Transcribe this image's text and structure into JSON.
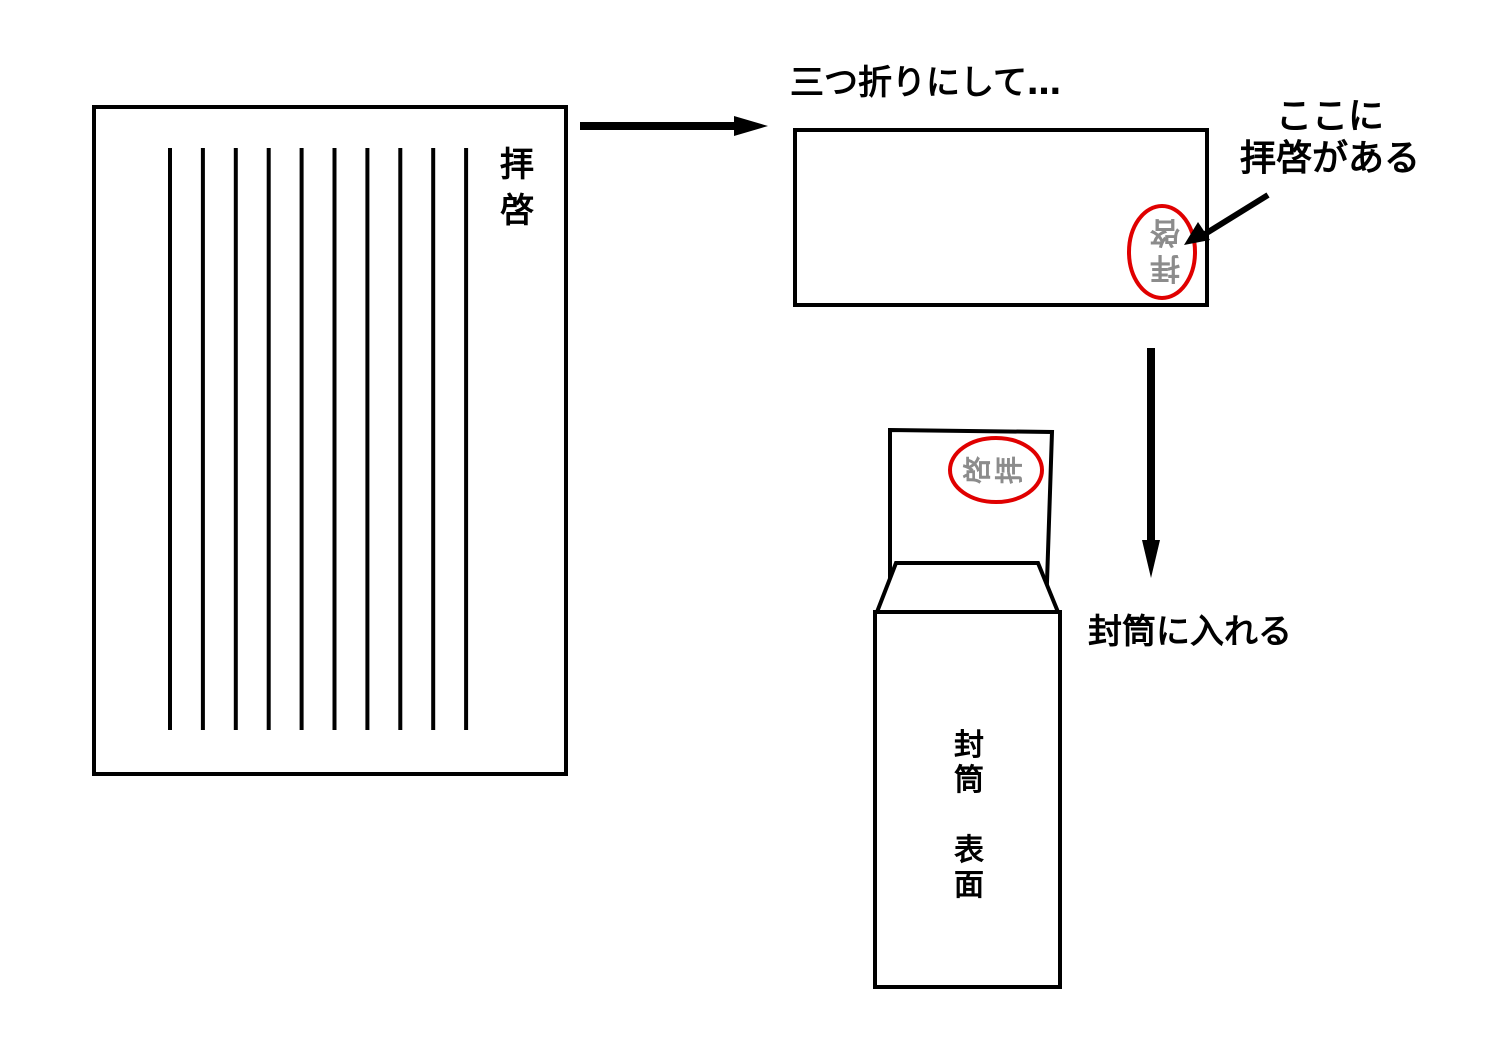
{
  "letter": {
    "salutation_chars": [
      "拝",
      "啓"
    ],
    "line_count": 10
  },
  "step_fold": {
    "caption": "三つ折りにして…",
    "salutation_chars": [
      "拝",
      "啓"
    ]
  },
  "callout": {
    "line1": "ここに",
    "line2": "拝啓がある"
  },
  "step_insert": {
    "caption": "封筒に入れる"
  },
  "envelope": {
    "label_top_chars": [
      "封",
      "筒"
    ],
    "label_bottom_chars": [
      "表",
      "面"
    ]
  },
  "colors": {
    "ink": "#000000",
    "highlight": "#e00000",
    "faded_text": "#8c8c8c",
    "background": "#ffffff"
  }
}
